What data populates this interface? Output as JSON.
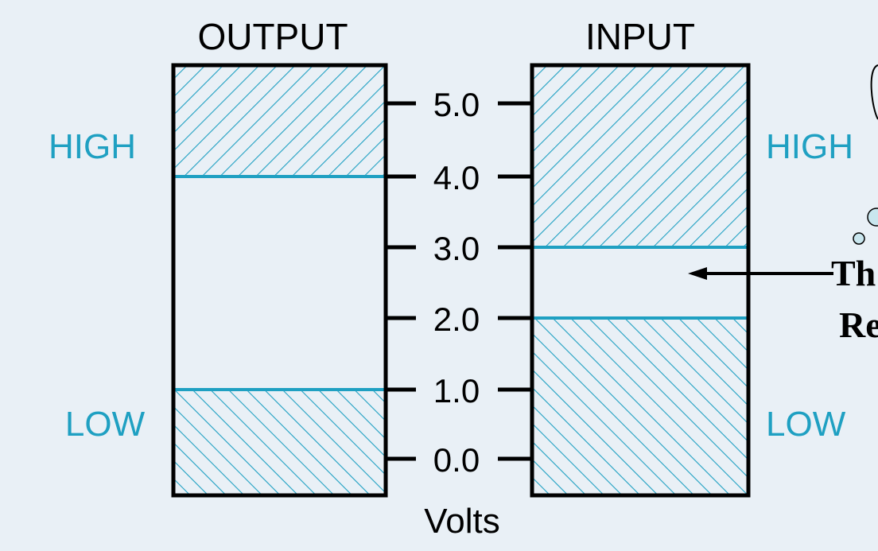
{
  "diagram": {
    "output_title": "OUTPUT",
    "input_title": "INPUT",
    "output_high_label": "HIGH",
    "output_low_label": "LOW",
    "input_high_label": "HIGH",
    "input_low_label": "LOW",
    "axis_label": "Volts",
    "ticks": [
      "5.0",
      "4.0",
      "3.0",
      "2.0",
      "1.0",
      "0.0"
    ],
    "callout_line1": "Th",
    "callout_line2": "Re"
  },
  "colors": {
    "background": "#e9f0f6",
    "accent": "#1fa0c2",
    "outline": "#000000"
  }
}
